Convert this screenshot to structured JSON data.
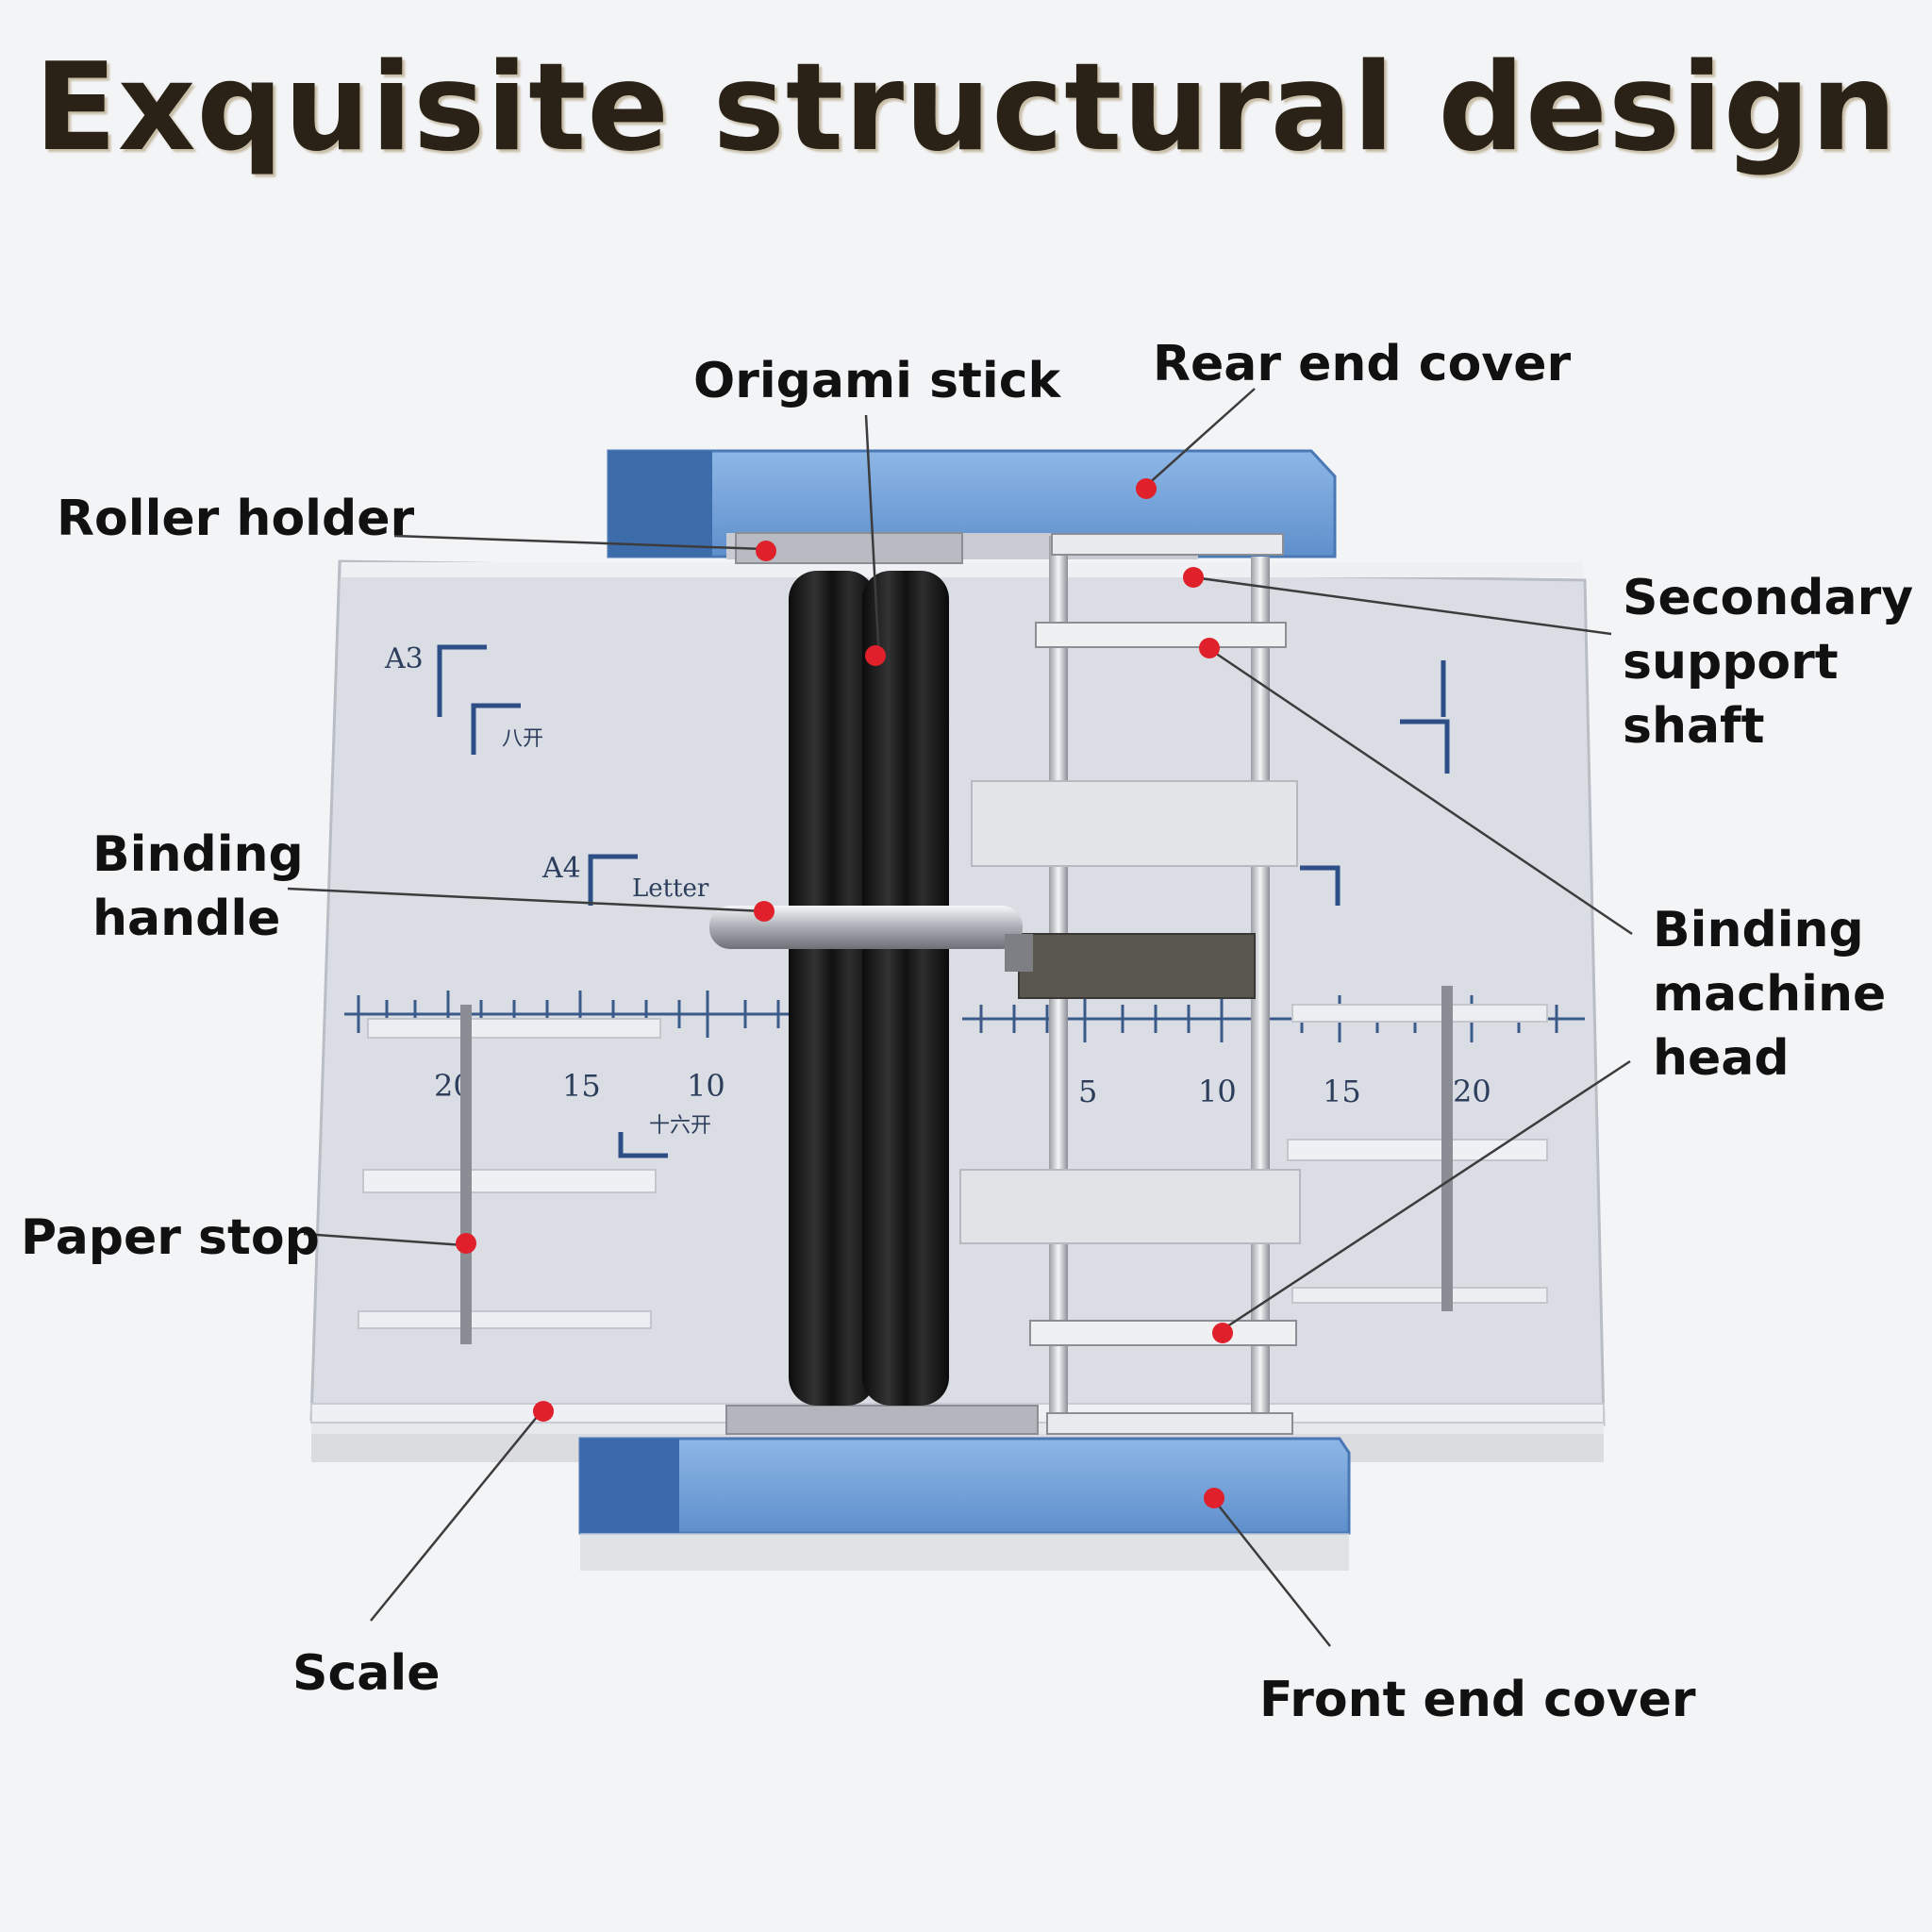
{
  "title": "Exquisite structural design",
  "labels": {
    "origami_stick": "Origami stick",
    "rear_end_cover": "Rear end cover",
    "roller_holder": "Roller holder",
    "secondary_support_shaft": "Secondary\nsupport\nshaft",
    "binding_handle": "Binding\nhandle",
    "binding_machine_head": "Binding\nmachine\nhead",
    "paper_stop": "Paper stop",
    "scale": "Scale",
    "front_end_cover": "Front end cover"
  },
  "board_marks": {
    "a3": "A3",
    "a4": "A4",
    "letter": "Letter",
    "eight_k": "八开",
    "sixteen_k": "十六开",
    "left_ticks": [
      "20",
      "15",
      "10"
    ],
    "right_ticks": [
      "5",
      "10",
      "15",
      "20"
    ]
  },
  "colors": {
    "cover_blue": "#6f9fd8",
    "cover_dark": "#3b6fb0",
    "board": "#d9dde3",
    "roller": "#1a1a1a",
    "marker": "#e0202a",
    "text": "#111111"
  }
}
